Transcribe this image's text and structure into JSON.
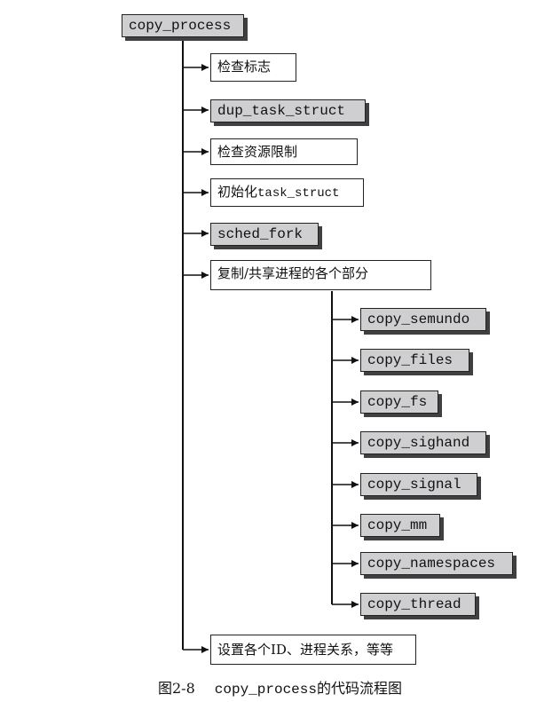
{
  "diagram": {
    "root": "copy_process",
    "steps": [
      "检查标志",
      "dup_task_struct",
      "检查资源限制",
      "task_struct",
      "sched_fork",
      "复制/共享进程的各个部分",
      "设置各个ID、进程关系，等等"
    ],
    "init_prefix": "初始化",
    "sub_steps": [
      "copy_semundo",
      "copy_files",
      "copy_fs",
      "copy_sighand",
      "copy_signal",
      "copy_mm",
      "copy_namespaces",
      "copy_thread"
    ]
  },
  "caption": {
    "number": "图2-8",
    "function": "copy_process",
    "suffix": "的代码流程图"
  }
}
